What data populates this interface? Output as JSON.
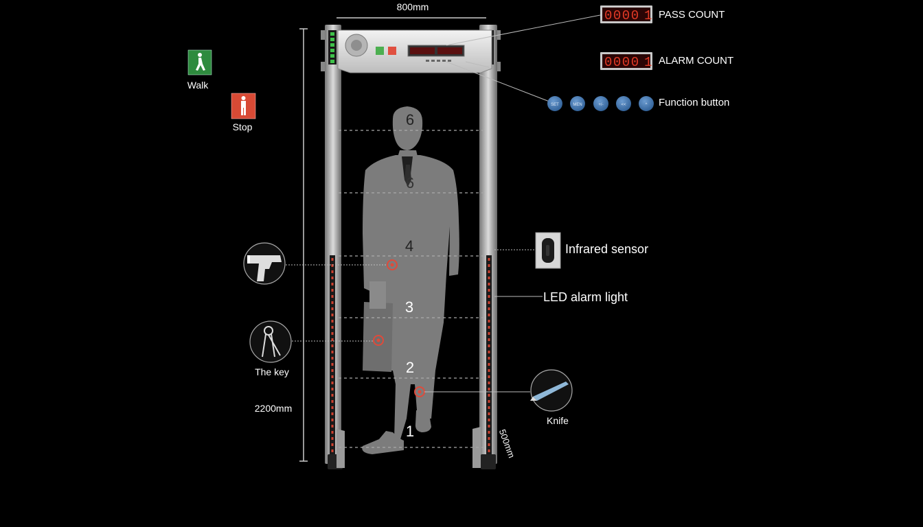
{
  "dimensions": {
    "width_label": "800mm",
    "height_label": "2200mm",
    "depth_label": "500mm"
  },
  "signs": {
    "walk": {
      "label": "Walk",
      "color": "#2e8b3e"
    },
    "stop": {
      "label": "Stop",
      "color": "#d84a35"
    }
  },
  "counters": {
    "pass": {
      "digits": "0000",
      "last": "1",
      "label": "PASS COUNT"
    },
    "alarm": {
      "digits": "0000",
      "last": "1",
      "label": "ALARM COUNT"
    }
  },
  "function_buttons": {
    "label": "Function button",
    "buttons": [
      "SET",
      "MEN",
      "+/-",
      "<<",
      "^"
    ]
  },
  "zones": [
    "6",
    "6",
    "4",
    "3",
    "2",
    "1"
  ],
  "callouts": {
    "infrared": "Infrared sensor",
    "led": "LED alarm light",
    "key": "The key",
    "knife": "Knife"
  },
  "colors": {
    "zone_dot": "#e04a3a",
    "led": "#d0412f",
    "green_led": "#3ec24a",
    "counter_digit": "#e23a26"
  }
}
